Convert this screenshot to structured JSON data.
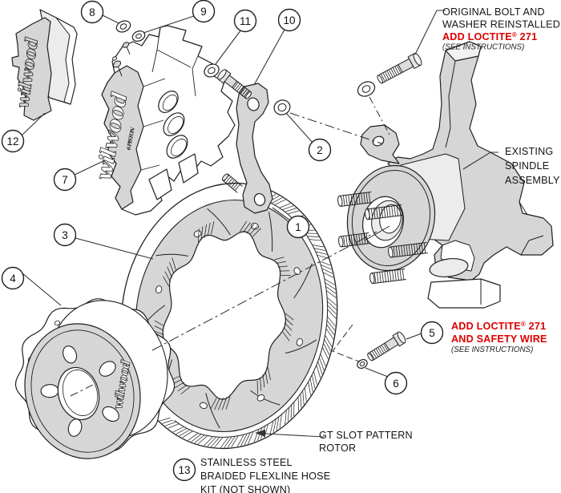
{
  "colors": {
    "line": "#1f1f1f",
    "red": "#dd0000",
    "grey": "#d6d6d6",
    "grey_light": "#ececec",
    "white": "#ffffff"
  },
  "brand": {
    "script": "wilwood",
    "caliper_sub": "6 PISTON"
  },
  "callouts": {
    "c1": "1",
    "c2": "2",
    "c3": "3",
    "c4": "4",
    "c5": "5",
    "c6": "6",
    "c7": "7",
    "c8": "8",
    "c9": "9",
    "c10": "10",
    "c11": "11",
    "c12": "12",
    "c13": "13"
  },
  "notes": {
    "original_bolt": {
      "line1": "ORIGINAL BOLT AND",
      "line2": "WASHER REINSTALLED",
      "red_main": "ADD LOCTITE",
      "red_sup": "®",
      "red_num": " 271",
      "sub": "(SEE INSTRUCTIONS)"
    },
    "spindle": {
      "line1": "EXISTING",
      "line2": "SPINDLE",
      "line3": "ASSEMBLY"
    },
    "loctite_wire": {
      "red_main": "ADD LOCTITE",
      "red_sup": "®",
      "red_num": " 271",
      "red_line2": "AND SAFETY WIRE",
      "sub": "(SEE INSTRUCTIONS)"
    },
    "rotor": {
      "line1": "GT SLOT PATTERN",
      "line2": "ROTOR"
    },
    "hose": {
      "line1": "STAINLESS STEEL",
      "line2": "BRAIDED FLEXLINE HOSE",
      "line3": "KIT (NOT SHOWN)"
    }
  }
}
